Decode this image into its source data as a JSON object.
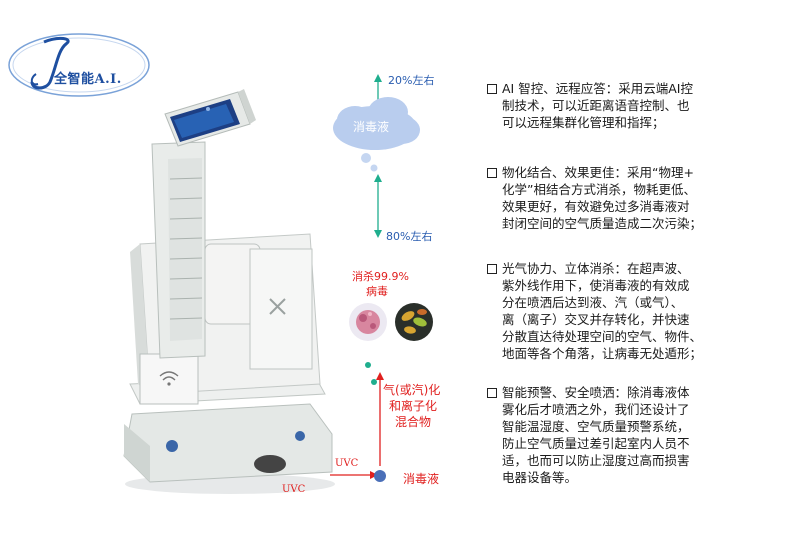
{
  "logo": {
    "text": "全智能A.I."
  },
  "diagram": {
    "top_percent": "20%左右",
    "bottom_percent": "80%左右",
    "cloud_label": "消毒液",
    "kill_rate_line1": "消杀99.9%",
    "kill_rate_line2": "病毒",
    "mixture_line1": "气(或汽)化",
    "mixture_line2": "和离子化",
    "mixture_line3": "混合物",
    "uvc_label_1": "UVC",
    "uvc_label_2": "UVC",
    "liquid_label": "消毒液"
  },
  "features": [
    {
      "lines": [
        "AI 智控、远程应答：采用云端AI控",
        "制技术，可以近距离语音控制、也",
        "可以远程集群化管理和指挥；"
      ]
    },
    {
      "lines": [
        "物化结合、效果更佳：采用“物理+",
        "化学”相结合方式消杀，物耗更低、",
        "效果更好，有效避免过多消毒液对",
        "封闭空间的空气质量造成二次污染；"
      ]
    },
    {
      "lines": [
        "光气协力、立体消杀：在超声波、",
        "紫外线作用下，使消毒液的有效成",
        "分在喷洒后达到液、汽（或气）、",
        "离（离子）交叉并存转化，并快速",
        "分散直达待处理空间的空气、物件、",
        "地面等各个角落，让病毒无处遁形；"
      ]
    },
    {
      "lines": [
        "智能预警、安全喷洒：除消毒液体",
        "雾化后才喷洒之外，我们还设计了",
        "智能温湿度、空气质量预警系统，",
        "防止空气质量过差引起室内人员不",
        "适，也而可以防止湿度过高而损害",
        "电器设备等。"
      ]
    }
  ],
  "colors": {
    "accent_blue": "#2a5db0",
    "accent_red": "#e0201f",
    "teal": "#1fae8e",
    "cloud": "#b9cdee"
  }
}
